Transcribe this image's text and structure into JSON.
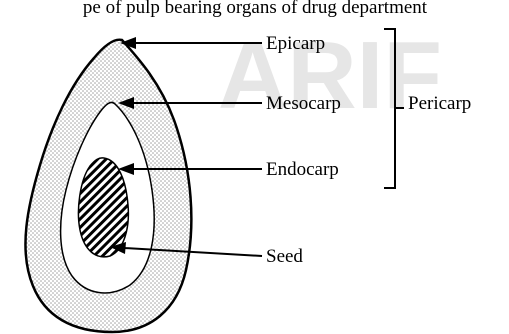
{
  "caption_partial": "pe of pulp bearing organs of drug department",
  "watermark": "ARIF",
  "labels": {
    "epicarp": "Epicarp",
    "mesocarp": "Mesocarp",
    "endocarp": "Endocarp",
    "seed": "Seed",
    "pericarp": "Pericarp"
  },
  "colors": {
    "ink": "#000000",
    "stipple": "#9a9a9a",
    "watermark": "#e6e6e6",
    "background": "#ffffff"
  }
}
